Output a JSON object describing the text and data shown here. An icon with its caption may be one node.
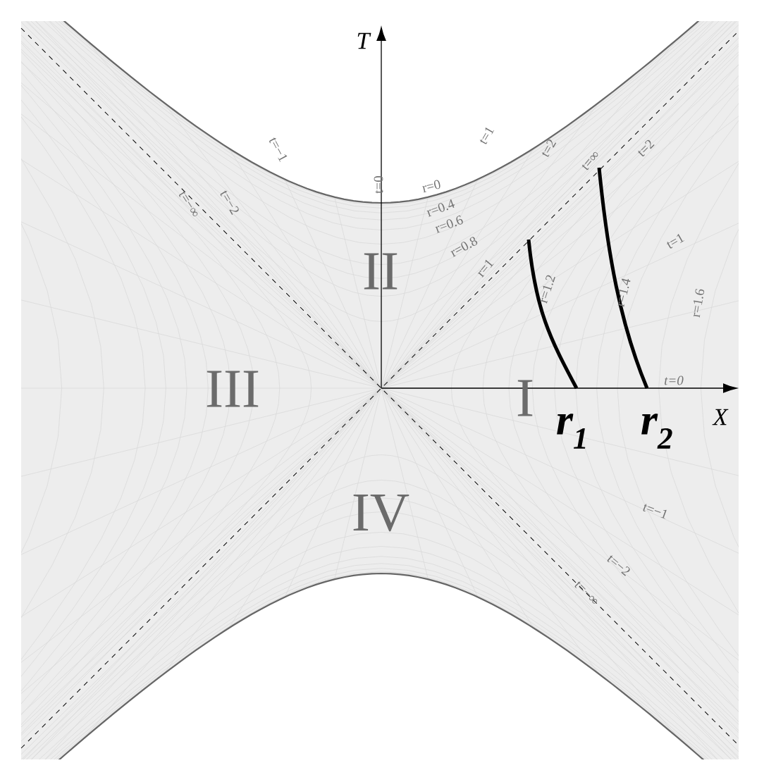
{
  "diagram": {
    "labels": [
      "T",
      "t=1",
      "t=2",
      "t=−1",
      "t=∞",
      "t=2",
      "t=0",
      "r=0",
      "t=−∞",
      "t=−2",
      "r=0.4",
      "r=0.6",
      "t=1",
      "r=0.8",
      "r=1",
      "II",
      "r=1.2",
      "r=1.4",
      "r=1.6",
      "t=0",
      "III",
      "I",
      "X",
      "r$_{1}$",
      "r$_{2}$",
      "t=−1",
      "IV",
      "t=−2",
      "t=−∞"
    ]
  }
}
